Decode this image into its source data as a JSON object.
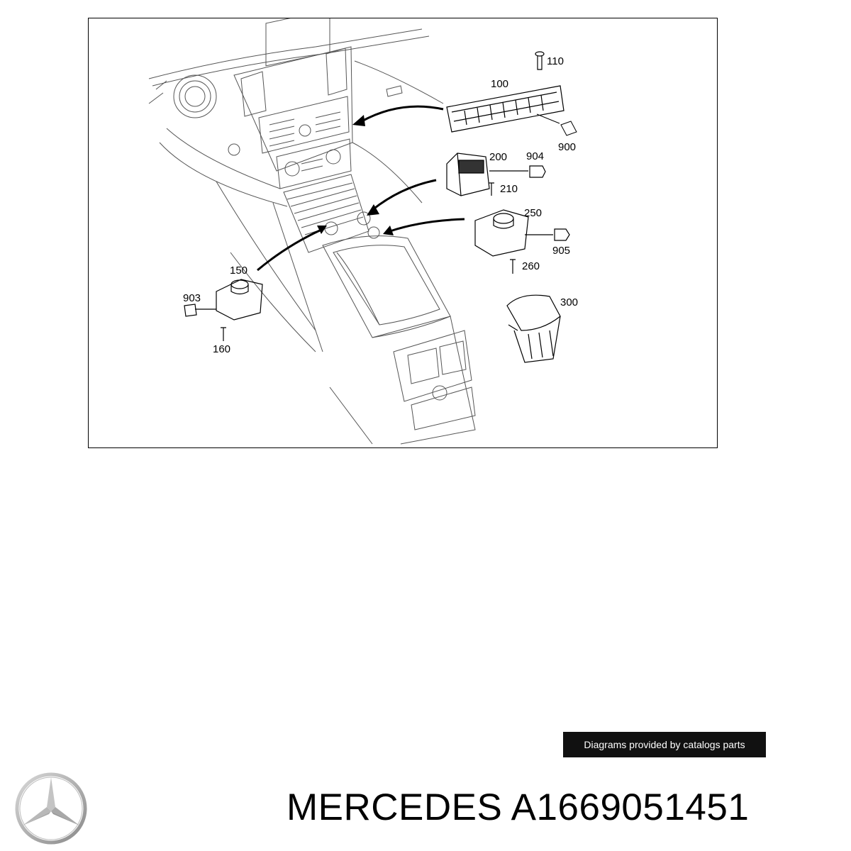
{
  "diagram": {
    "labels": [
      {
        "id": "p110",
        "text": "110"
      },
      {
        "id": "p100",
        "text": "100"
      },
      {
        "id": "p900",
        "text": "900"
      },
      {
        "id": "p200",
        "text": "200"
      },
      {
        "id": "p904",
        "text": "904"
      },
      {
        "id": "p210",
        "text": "210"
      },
      {
        "id": "p250",
        "text": "250"
      },
      {
        "id": "p905",
        "text": "905"
      },
      {
        "id": "p260",
        "text": "260"
      },
      {
        "id": "p150",
        "text": "150"
      },
      {
        "id": "p903",
        "text": "903"
      },
      {
        "id": "p160",
        "text": "160"
      },
      {
        "id": "p300",
        "text": "300"
      }
    ]
  },
  "badge": {
    "text": "Diagrams provided by catalogs parts"
  },
  "brand": {
    "logo_icon": "mercedes-star-icon"
  },
  "title": {
    "text": "MERCEDES A1669051451"
  }
}
